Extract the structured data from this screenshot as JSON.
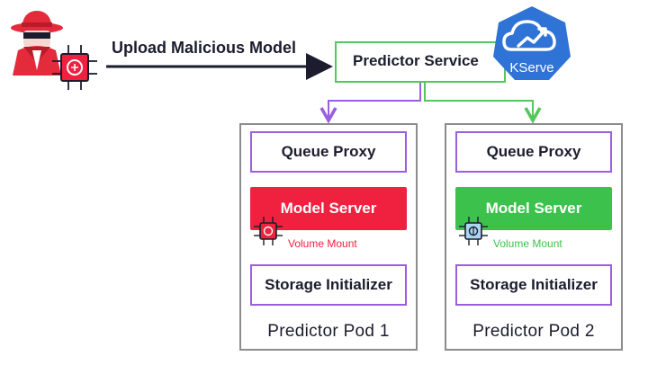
{
  "attacker": {
    "label": "Upload Malicious Model"
  },
  "predictor_service": {
    "label": "Predictor Service"
  },
  "kserve": {
    "label": "KServe"
  },
  "pods": [
    {
      "title": "Predictor Pod 1",
      "queue_proxy": "Queue Proxy",
      "model_server": "Model Server",
      "volume_mount": "Volume Mount",
      "storage_initializer": "Storage Initializer"
    },
    {
      "title": "Predictor Pod 2",
      "queue_proxy": "Queue Proxy",
      "model_server": "Model Server",
      "volume_mount": "Volume Mount",
      "storage_initializer": "Storage Initializer"
    }
  ],
  "colors": {
    "malicious": "#f0203f",
    "benign": "#3cc24c",
    "purple": "#9a5fe0",
    "green_line": "#55c75c",
    "kserve_blue": "#2f73d6"
  }
}
